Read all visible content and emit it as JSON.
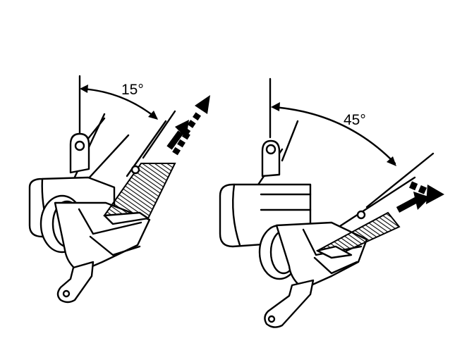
{
  "figures": [
    {
      "angle_label": "15°",
      "angle_degrees": 15
    },
    {
      "angle_label": "45°",
      "angle_degrees": 45
    }
  ]
}
